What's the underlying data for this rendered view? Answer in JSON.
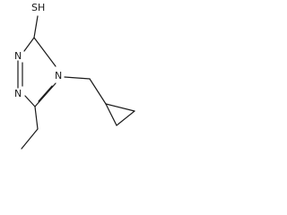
{
  "atoms": {
    "sh": "SH",
    "n1": "N",
    "n2": "N",
    "n4": "N"
  },
  "colors": {
    "ink": "#1a1a1a",
    "background": "#ffffff"
  }
}
